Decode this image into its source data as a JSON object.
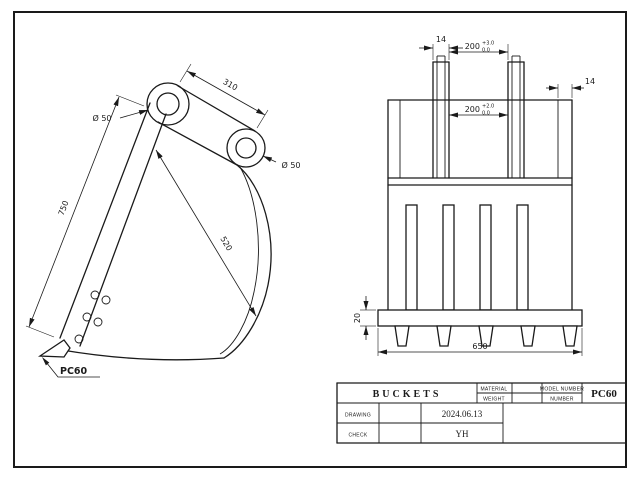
{
  "page": {
    "background": "#ffffff",
    "line_color": "#1a1a1a"
  },
  "side_view": {
    "dim_link_length": "310",
    "dim_boss_top": "Ø 50",
    "dim_boss_bottom": "Ø 50",
    "dim_front_edge": "750",
    "dim_opening": "520",
    "model_label": "PC60"
  },
  "front_view": {
    "dim_ear_plate": "14",
    "dim_side_plate": "14",
    "dim_ear_span_top": {
      "value": "200",
      "tol_upper": "+3.0",
      "tol_lower": "0.0"
    },
    "dim_ear_span_mid": {
      "value": "200",
      "tol_upper": "+2.0",
      "tol_lower": "0.0"
    },
    "dim_edge_height": "20",
    "dim_overall_width": "650"
  },
  "title_block": {
    "title": "BUCKETS",
    "material_label": "MATERIAL",
    "weight_label": "WEIGHT",
    "model_number_label": "MODEL NUMBER",
    "model_number_value": "PC60",
    "number_label": "NUMBER",
    "drawing_label": "DRAWING",
    "drawing_date": "2024.06.13",
    "check_label": "CHECK",
    "check_value": "YH"
  }
}
